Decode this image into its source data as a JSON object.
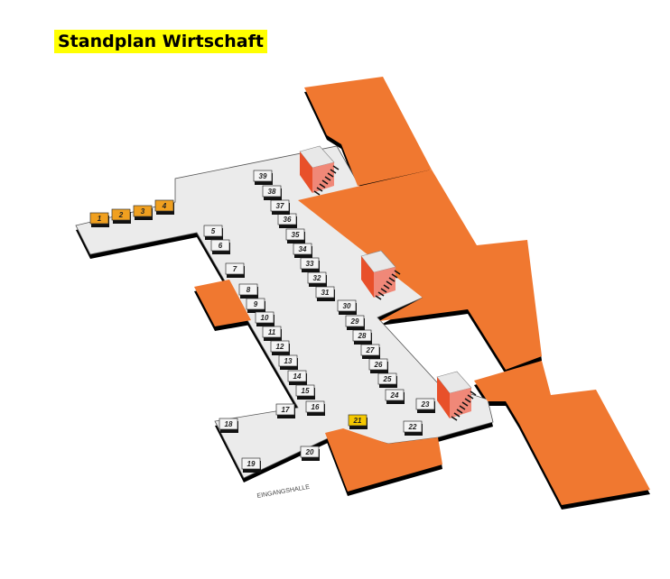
{
  "title": "Standplan Wirtschaft",
  "entrance_label": "EINGANGSHALLE",
  "colors": {
    "hall": "#f07830",
    "floor": "#ebebeb",
    "booth_special": "#f0a020",
    "booth_highlight": "#f5c800",
    "booth": "#f4f4f4"
  },
  "booths": [
    "1",
    "2",
    "3",
    "4",
    "5",
    "6",
    "7",
    "8",
    "9",
    "10",
    "11",
    "12",
    "13",
    "14",
    "15",
    "16",
    "17",
    "18",
    "19",
    "20",
    "21",
    "22",
    "23",
    "24",
    "25",
    "26",
    "27",
    "28",
    "29",
    "30",
    "31",
    "32",
    "33",
    "34",
    "35",
    "36",
    "37",
    "38",
    "39"
  ]
}
